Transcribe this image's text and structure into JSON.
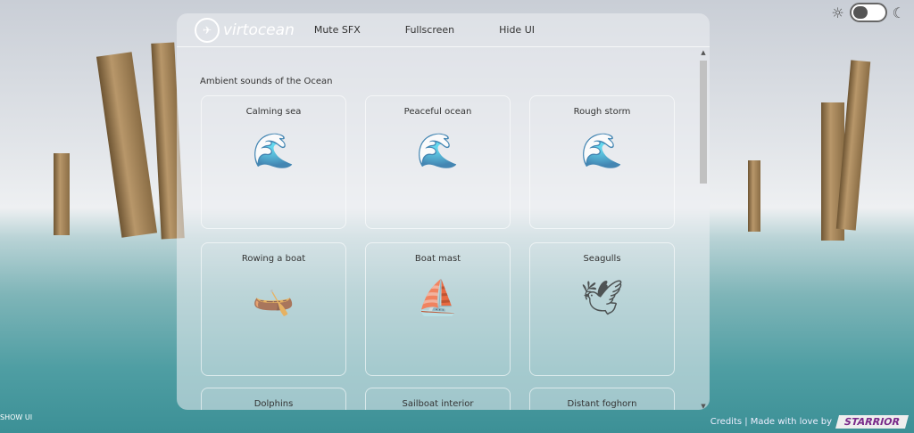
{
  "header": {
    "logo": "virtocean",
    "nav": [
      "Mute SFX",
      "Fullscreen",
      "Hide UI"
    ]
  },
  "section_title": "Ambient sounds of the Ocean",
  "cards": [
    {
      "label": "Calming sea",
      "icon": "waves-icon"
    },
    {
      "label": "Peaceful ocean",
      "icon": "wave-sun-icon"
    },
    {
      "label": "Rough storm",
      "icon": "storm-wave-icon"
    },
    {
      "label": "Rowing a boat",
      "icon": "kayak-icon"
    },
    {
      "label": "Boat mast",
      "icon": "sailboat-icon"
    },
    {
      "label": "Seagulls",
      "icon": "seagull-icon"
    },
    {
      "label": "Dolphins",
      "icon": "dolphin-icon"
    },
    {
      "label": "Sailboat interior",
      "icon": "cabin-icon"
    },
    {
      "label": "Distant foghorn",
      "icon": "foghorn-icon"
    }
  ],
  "credits": "Credits | Made with love by",
  "brand": "STARRIOR",
  "show_ui": "SHOW UI"
}
